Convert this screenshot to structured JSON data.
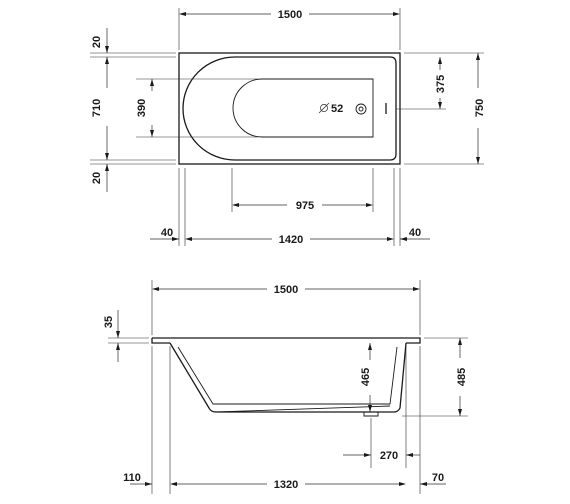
{
  "top_view": {
    "overall_width": "1500",
    "inner_width": "1420",
    "rim_left": "40",
    "rim_right": "40",
    "floor_length": "975",
    "overall_depth": "750",
    "inner_depth": "710",
    "rim_top": "20",
    "rim_bottom": "20",
    "floor_width": "390",
    "drain_offset": "375",
    "drain_diameter": "Ø52"
  },
  "side_view": {
    "overall_width": "1500",
    "rim_height": "35",
    "inner_depth": "465",
    "overall_height": "485",
    "drain_offset": "270",
    "left_overhang": "110",
    "base_length": "1320",
    "right_overhang": "70"
  }
}
